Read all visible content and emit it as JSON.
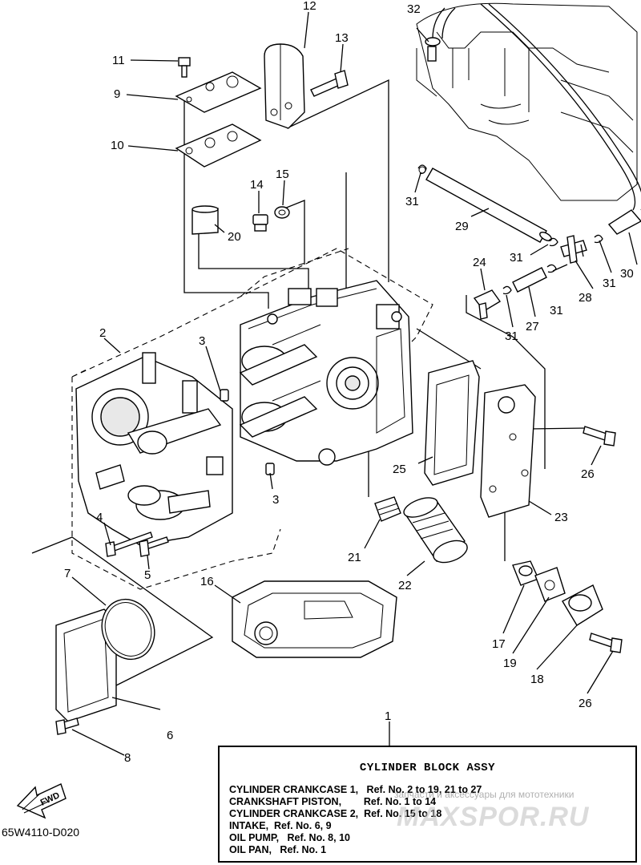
{
  "diagram_code": "65W4110-D020",
  "fwd_label": "FWD",
  "callouts": [
    {
      "id": "c1",
      "text": "1"
    },
    {
      "id": "c2",
      "text": "2"
    },
    {
      "id": "c3a",
      "text": "3"
    },
    {
      "id": "c3b",
      "text": "3"
    },
    {
      "id": "c4",
      "text": "4"
    },
    {
      "id": "c5",
      "text": "5"
    },
    {
      "id": "c6",
      "text": "6"
    },
    {
      "id": "c7",
      "text": "7"
    },
    {
      "id": "c8",
      "text": "8"
    },
    {
      "id": "c9",
      "text": "9"
    },
    {
      "id": "c10",
      "text": "10"
    },
    {
      "id": "c11",
      "text": "11"
    },
    {
      "id": "c12",
      "text": "12"
    },
    {
      "id": "c13",
      "text": "13"
    },
    {
      "id": "c14",
      "text": "14"
    },
    {
      "id": "c15",
      "text": "15"
    },
    {
      "id": "c16",
      "text": "16"
    },
    {
      "id": "c17",
      "text": "17"
    },
    {
      "id": "c18",
      "text": "18"
    },
    {
      "id": "c19",
      "text": "19"
    },
    {
      "id": "c20",
      "text": "20"
    },
    {
      "id": "c21",
      "text": "21"
    },
    {
      "id": "c22",
      "text": "22"
    },
    {
      "id": "c23",
      "text": "23"
    },
    {
      "id": "c24",
      "text": "24"
    },
    {
      "id": "c25",
      "text": "25"
    },
    {
      "id": "c26a",
      "text": "26"
    },
    {
      "id": "c26b",
      "text": "26"
    },
    {
      "id": "c27",
      "text": "27"
    },
    {
      "id": "c28",
      "text": "28"
    },
    {
      "id": "c29",
      "text": "29"
    },
    {
      "id": "c30",
      "text": "30"
    },
    {
      "id": "c31a",
      "text": "31"
    },
    {
      "id": "c31b",
      "text": "31"
    },
    {
      "id": "c31c",
      "text": "31"
    },
    {
      "id": "c31d",
      "text": "31"
    },
    {
      "id": "c31e",
      "text": "31"
    },
    {
      "id": "c32",
      "text": "32"
    }
  ],
  "assy_box": {
    "title": "CYLINDER BLOCK ASSY",
    "lines": [
      "CYLINDER CRANKCASE 1,   Ref. No. 2 to 19, 21 to 27",
      "CRANKSHAFT PISTON,        Ref. No. 1 to 14",
      "CYLINDER CRANKCASE 2,  Ref. No. 15 to 18",
      "INTAKE,  Ref. No. 6, 9",
      "OIL PUMP,   Ref. No. 8, 10",
      "OIL PAN,   Ref. No. 1"
    ]
  },
  "watermark": {
    "small": "запчасти и аксессуары для мототехники",
    "logo": "MAXSPOR.RU"
  }
}
